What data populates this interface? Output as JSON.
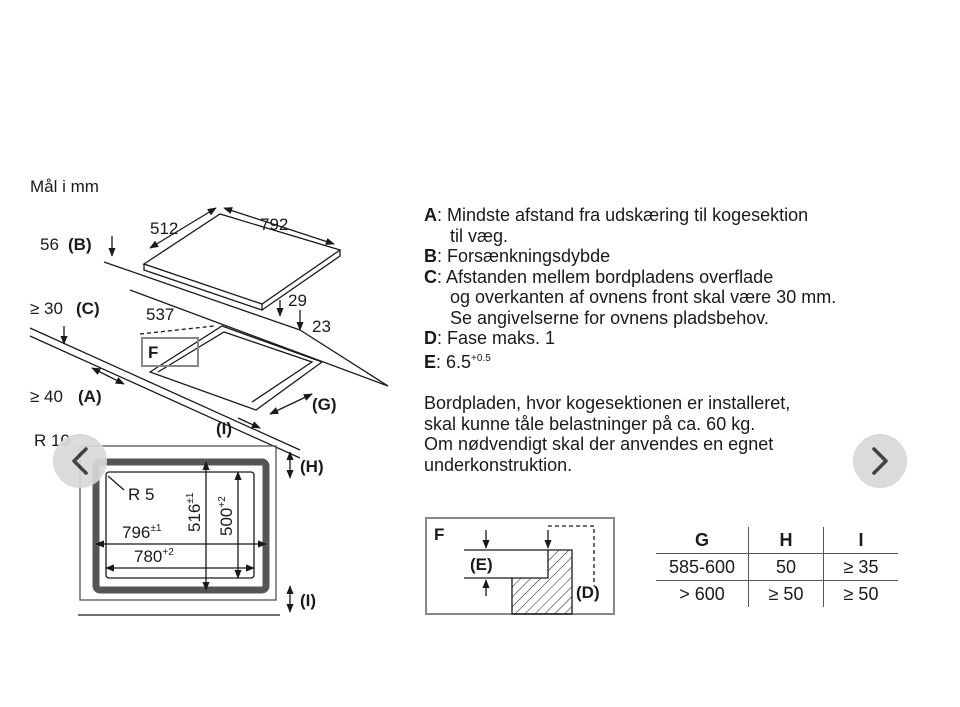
{
  "units_label": "Mål i mm",
  "dimensions": {
    "depth": "512",
    "width": "792",
    "thickness_29": "29",
    "thickness_23": "23",
    "cutout_depth": "537",
    "corner_radius_outer": "R 10",
    "corner_radius_inner": "R 5",
    "cutout_width": "796",
    "cutout_width_tol": "±1",
    "inner_width": "780",
    "inner_width_tol": "+2",
    "cutout_height": "516",
    "cutout_height_tol": "±1",
    "inner_height": "500",
    "inner_height_tol": "+2"
  },
  "callouts": {
    "b": {
      "value": "56",
      "key": "(B)"
    },
    "c": {
      "value": "≥ 30",
      "key": "(C)"
    },
    "a": {
      "value": "≥ 40",
      "key": "(A)"
    },
    "f": "F",
    "g": "(G)",
    "i_top": "(I)",
    "h": "(H)",
    "i_bottom": "(I)"
  },
  "legend": [
    {
      "key": "A",
      "text": ": Mindste afstand fra udskæring til kogesektion",
      "cont": [
        "til væg."
      ]
    },
    {
      "key": "B",
      "text": ": Forsænkningsdybde",
      "cont": []
    },
    {
      "key": "C",
      "text": ": Afstanden mellem bordpladens overflade",
      "cont": [
        "og overkanten af ovnens front skal være 30 mm.",
        "Se angivelserne for ovnens pladsbehov."
      ]
    },
    {
      "key": "D",
      "text": ": Fase maks. 1",
      "cont": []
    },
    {
      "key": "E",
      "text": ": 6.5",
      "sup": "+0.5",
      "cont": []
    }
  ],
  "note": [
    "Bordpladen, hvor kogesektionen er installeret,",
    "skal kunne tåle belastninger på ca. 60 kg.",
    "Om nødvendigt skal der anvendes en egnet",
    "underkonstruktion."
  ],
  "detail": {
    "f": "F",
    "e": "(E)",
    "d": "(D)"
  },
  "table": {
    "headers": [
      "G",
      "H",
      "I"
    ],
    "rows": [
      [
        "585-600",
        "50",
        "≥ 35"
      ],
      [
        "> 600",
        "≥ 50",
        "≥ 50"
      ]
    ]
  },
  "nav": {
    "prev_icon": "chevron-left-icon",
    "next_icon": "chevron-right-icon"
  },
  "colors": {
    "line": "#1a1a1a",
    "nav_bg": "#d9d9d9",
    "frame": "#555555"
  }
}
